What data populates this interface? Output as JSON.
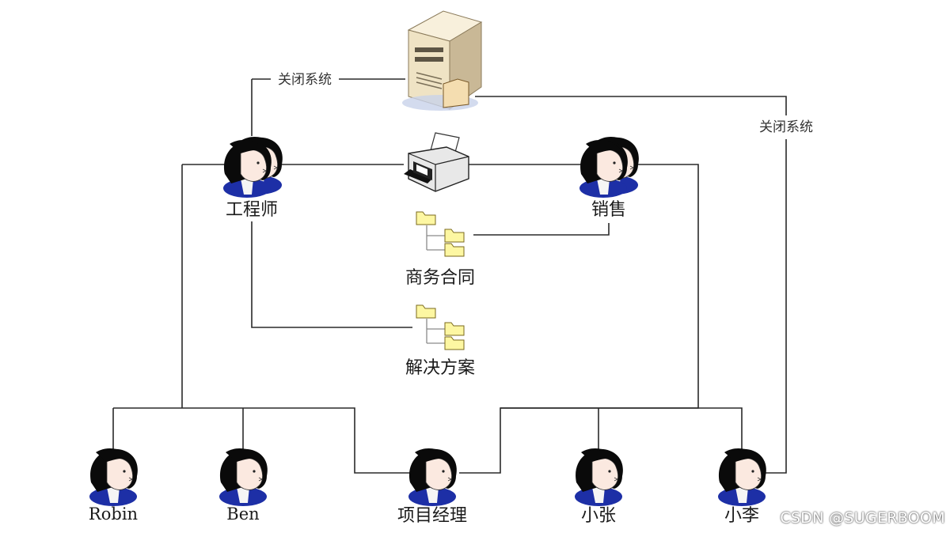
{
  "nodes": {
    "engineer": {
      "label": "工程师"
    },
    "sales": {
      "label": "销售"
    },
    "robin": {
      "label": "Robin"
    },
    "ben": {
      "label": "Ben"
    },
    "pm": {
      "label": "项目经理"
    },
    "xiaozhang": {
      "label": "小张"
    },
    "xiaoli": {
      "label": "小李"
    },
    "contracts": {
      "label": "商务合同"
    },
    "solutions": {
      "label": "解决方案"
    }
  },
  "edge_labels": {
    "shutdown_left": "关闭系统",
    "shutdown_right": "关闭系统"
  },
  "watermark": "CSDN @SUGERBOOM",
  "icons": {
    "server": "server-icon",
    "printer": "printer-icon",
    "folders": "folder-tree-icon",
    "person": "person-icon"
  },
  "colors": {
    "face": "#fbe9e0",
    "hair": "#0a0a0a",
    "shirt": "#1d2fa6",
    "folder": "#fdf7a2",
    "server_body": "#efe3c4"
  }
}
